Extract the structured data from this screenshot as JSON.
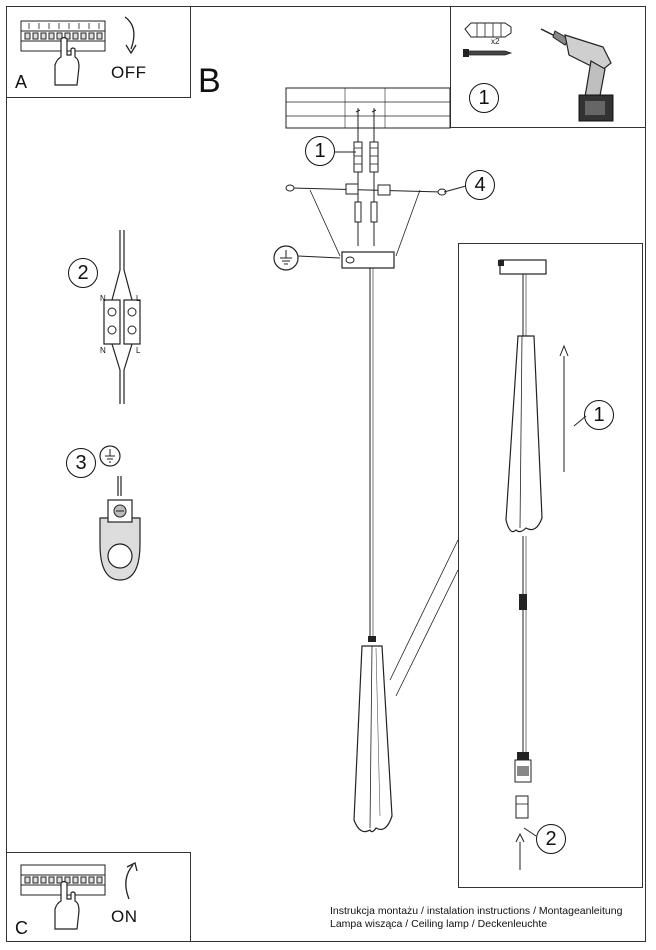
{
  "panels": {
    "a": {
      "letter": "A",
      "action": "OFF"
    },
    "b": {
      "letter": "B"
    },
    "c": {
      "letter": "C",
      "action": "ON"
    }
  },
  "steps": {
    "drill_kit": "1",
    "ceiling_dowel": "1",
    "bracket_screw": "4",
    "wiring": "2",
    "earth": "3",
    "lift": "1",
    "connector": "2"
  },
  "labels": {
    "qty": "x2",
    "neutral": "N",
    "live": "L"
  },
  "footer": {
    "line1": "Instrukcja montażu / instalation instructions / Montageanleitung",
    "line2": "Lampa wisząca / Ceiling lamp / Deckenleuchte"
  }
}
